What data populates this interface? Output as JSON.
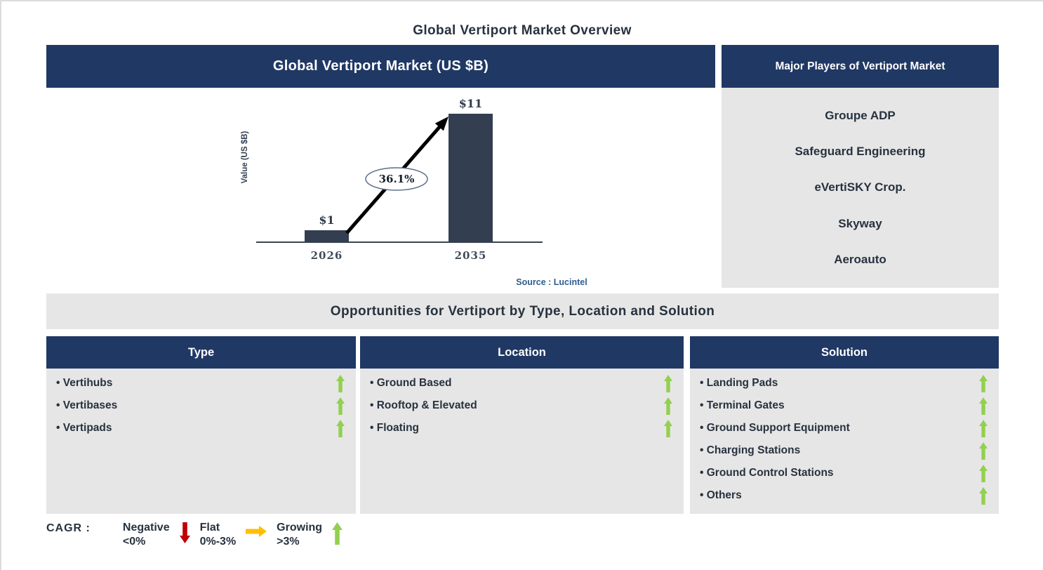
{
  "page": {
    "title": "Global Vertiport Market Overview"
  },
  "market_panel": {
    "header": "Global Vertiport Market (US $B)",
    "source": "Source : Lucintel"
  },
  "chart_data": {
    "type": "bar",
    "title": "Global Vertiport Market (US $B)",
    "categories": [
      "2026",
      "2035"
    ],
    "values": [
      1,
      11
    ],
    "bar_labels": [
      "$1",
      "$11"
    ],
    "xlabel": "",
    "ylabel": "Value (US $B)",
    "ylim": [
      0,
      12
    ],
    "grid": false,
    "annotation": "36.1%",
    "annotation_meaning": "CAGR between 2026 and 2035",
    "bar_color": "#333F50"
  },
  "players_panel": {
    "header": "Major Players of Vertiport Market",
    "items": [
      "Groupe ADP",
      "Safeguard Engineering",
      "eVertiSKY Crop.",
      "Skyway",
      "Aeroauto"
    ]
  },
  "opportunities": {
    "title": "Opportunities for Vertiport by Type, Location and Solution",
    "columns": [
      {
        "header": "Type",
        "items": [
          "Vertihubs",
          "Vertibases",
          "Vertipads"
        ]
      },
      {
        "header": "Location",
        "items": [
          "Ground Based",
          "Rooftop & Elevated",
          "Floating"
        ]
      },
      {
        "header": "Solution",
        "items": [
          "Landing Pads",
          "Terminal Gates",
          "Ground Support Equipment",
          "Charging Stations",
          "Ground Control Stations",
          "Others"
        ]
      }
    ]
  },
  "legend": {
    "prefix": "CAGR :",
    "items": [
      {
        "label": "Negative",
        "range": "<0%",
        "direction": "down",
        "color": "#C00000"
      },
      {
        "label": "Flat",
        "range": "0%-3%",
        "direction": "right",
        "color": "#FFC000"
      },
      {
        "label": "Growing",
        "range": ">3%",
        "direction": "up",
        "color": "#92D050"
      }
    ]
  },
  "colors": {
    "header_navy": "#203864",
    "panel_gray": "#E7E6E6",
    "text_dark": "#26323F",
    "bar_navy": "#333F50",
    "growth_green": "#92D050",
    "source_blue": "#2E5C8F"
  }
}
